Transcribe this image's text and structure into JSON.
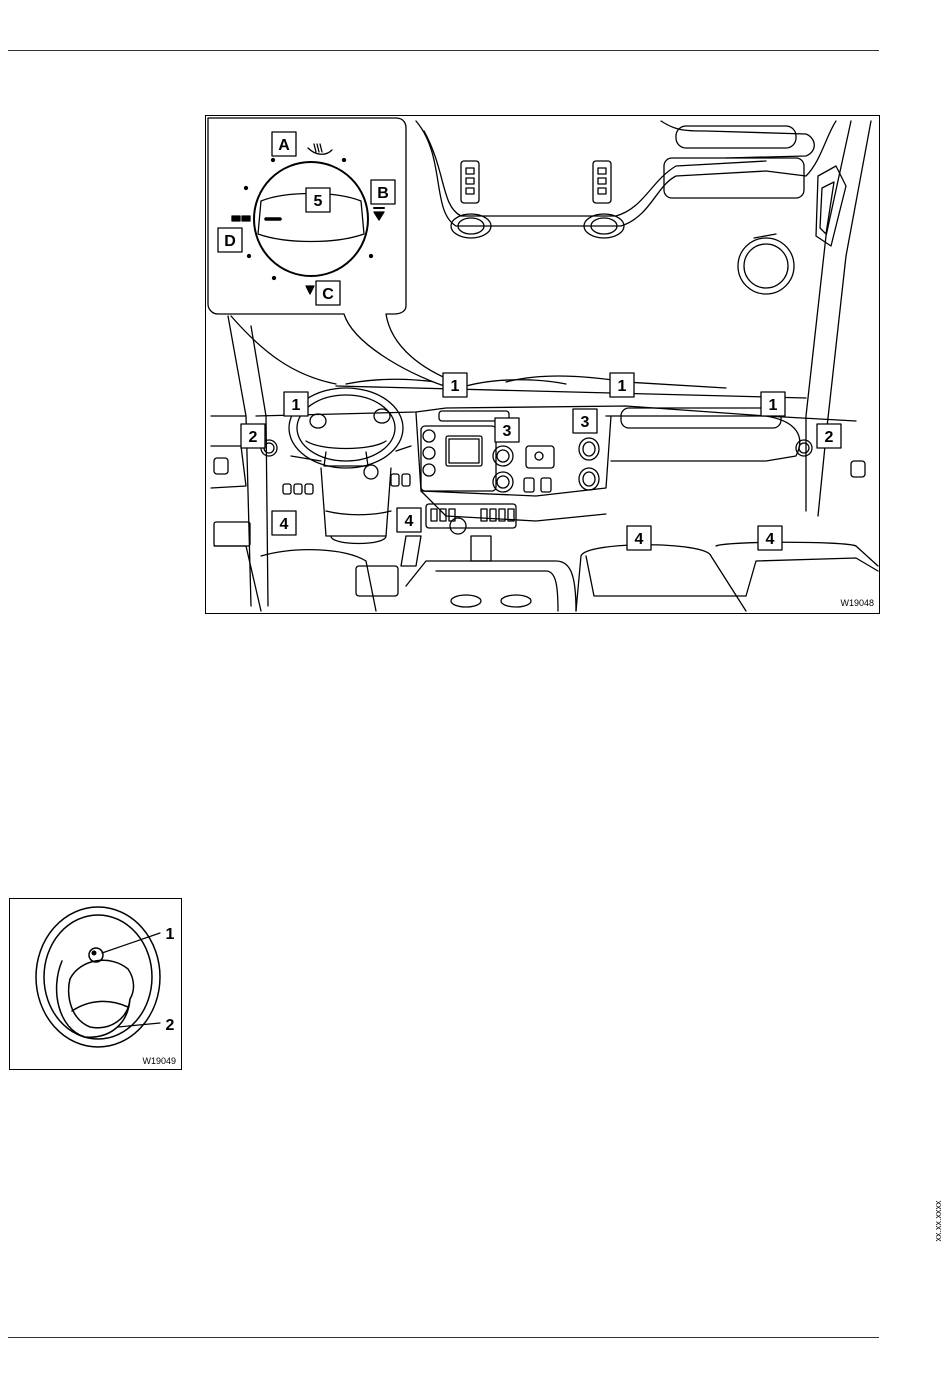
{
  "figure_main": {
    "id": "W19048",
    "inset_labels": {
      "a": "A",
      "b": "B",
      "c": "C",
      "d": "D",
      "knob": "5"
    },
    "callouts": {
      "wiper": "1",
      "side_vent": "2",
      "center_vent": "3",
      "footwell": "4"
    }
  },
  "figure_vent": {
    "id": "W19049",
    "labels": {
      "nozzle": "1",
      "ring": "2"
    }
  },
  "side_code": "xx.xx.xxxx"
}
